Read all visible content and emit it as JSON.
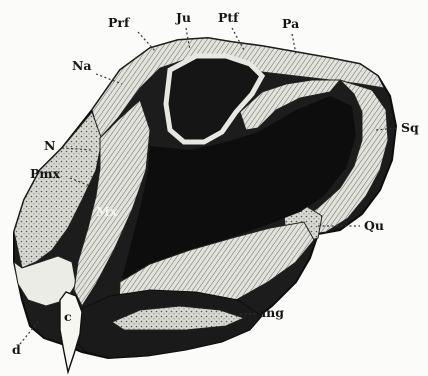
{
  "labels": {
    "prf": "Prf",
    "ju": "Ju",
    "ptf": "Ptf",
    "pa": "Pa",
    "na": "Na",
    "n": "N",
    "sq": "Sq",
    "pmx": "Pmx",
    "mx": "Mx",
    "qu": "Qu",
    "c": "c",
    "ang": "ang",
    "d": "d"
  }
}
